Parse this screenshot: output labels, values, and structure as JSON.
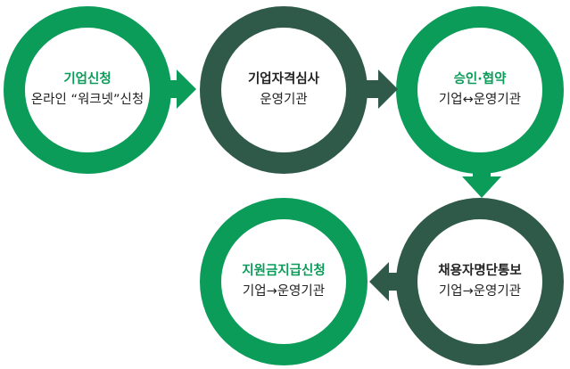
{
  "colors": {
    "green": "#0c9c5a",
    "dark": "#2f5a4a",
    "text": "#222222"
  },
  "steps": [
    {
      "title": "기업신청",
      "subtitle": "온라인 “워크넷”신청"
    },
    {
      "title": "기업자격심사",
      "subtitle": "운영기관"
    },
    {
      "title": "승인·협약",
      "subtitle": "기업↔운영기관"
    },
    {
      "title": "채용자명단통보",
      "subtitle": "기업→운영기관"
    },
    {
      "title": "지원금지급신청",
      "subtitle": "기업→운영기관"
    }
  ]
}
